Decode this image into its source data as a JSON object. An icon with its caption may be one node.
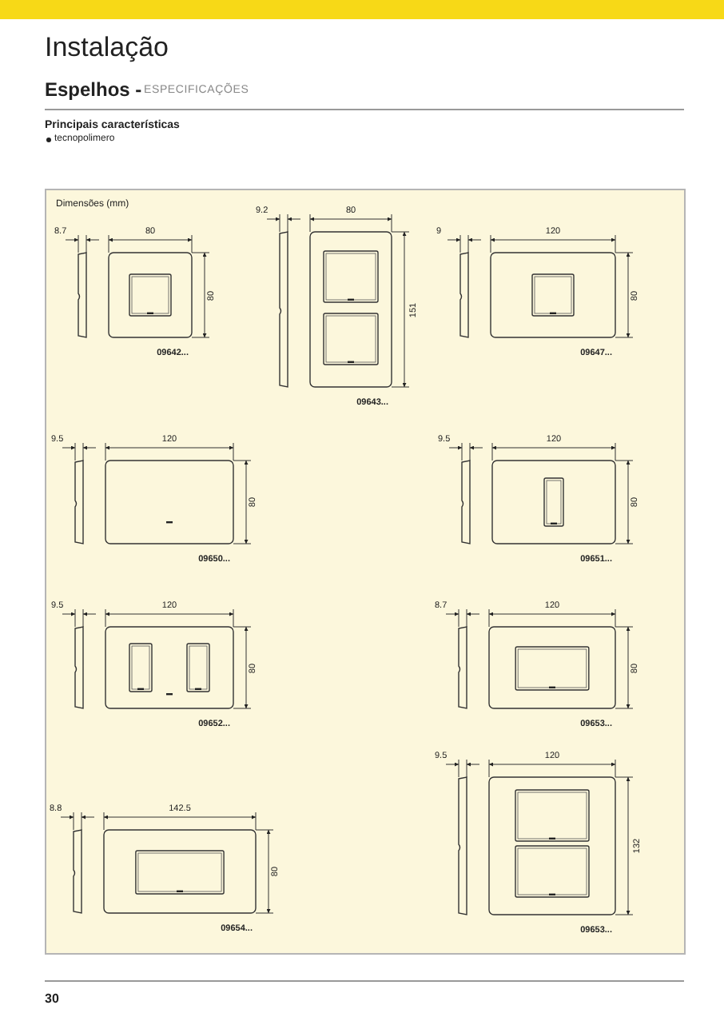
{
  "diagram": {
    "title": "Instalação",
    "labels": [
      "Espelhos -",
      "ESPECIFICAÇÕES",
      "Principais características",
      "tecnopolimero",
      "Dimensões (mm)",
      "8.7",
      "80",
      "80",
      "09642...",
      "9.2",
      "80",
      "151",
      "09643...",
      "9",
      "120",
      "80",
      "09647...",
      "9.5",
      "120",
      "80",
      "09650...",
      "9.5",
      "120",
      "80",
      "09651...",
      "9.5",
      "120",
      "80",
      "09652...",
      "8.7",
      "120",
      "80",
      "09653...",
      "8.8",
      "142.5",
      "80",
      "09654...",
      "9.5",
      "120",
      "132",
      "09653...",
      "30"
    ]
  }
}
